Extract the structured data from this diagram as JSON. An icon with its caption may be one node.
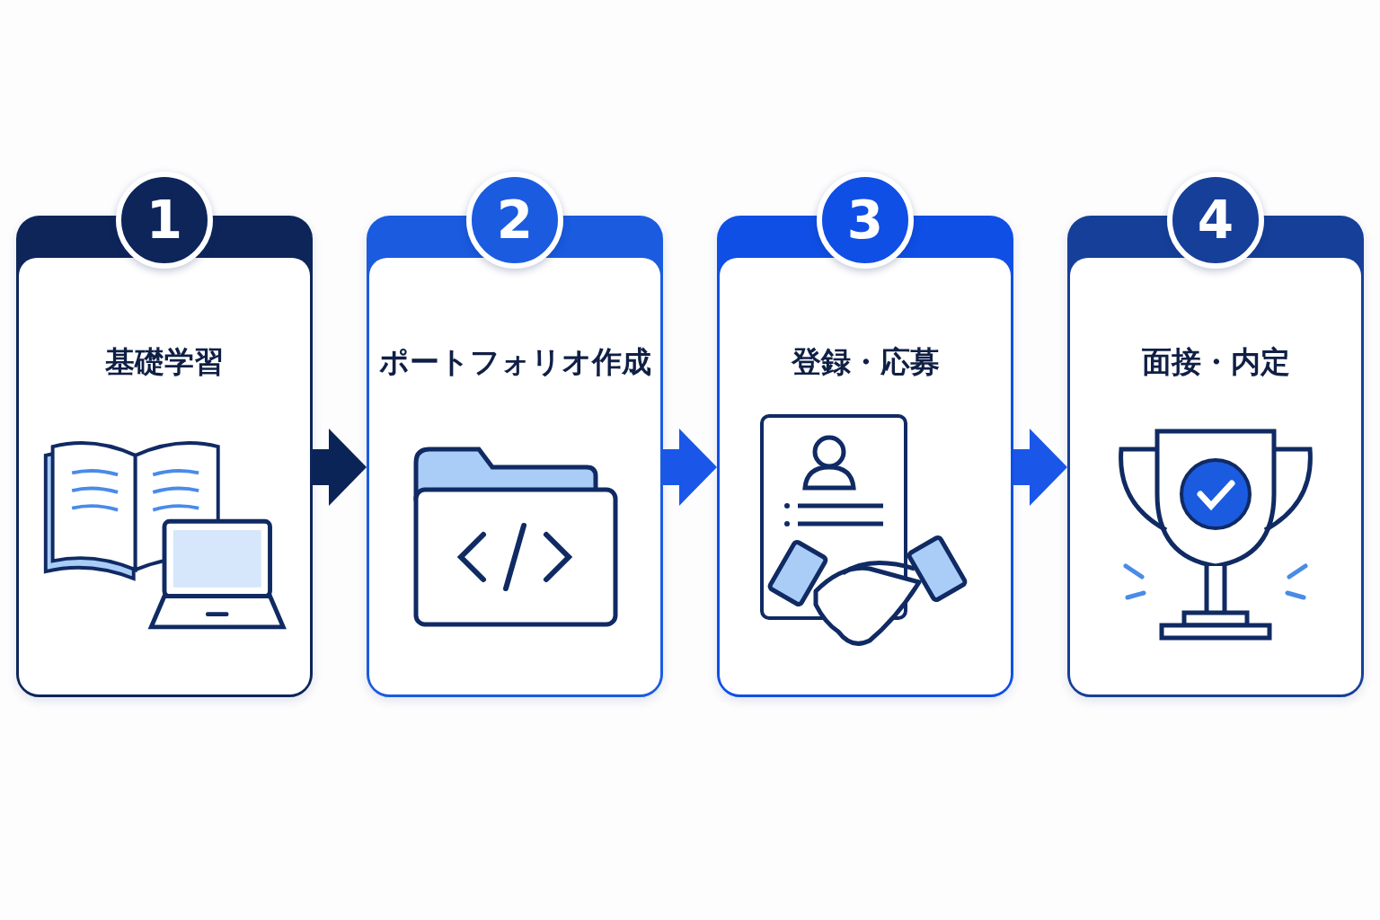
{
  "diagram": {
    "nodes": [
      {
        "text": [
          "1",
          "基礎学習"
        ]
      },
      {
        "text": [
          "2",
          "ポートフォリオ作成"
        ]
      },
      {
        "text": [
          "3",
          "登録・応募"
        ]
      },
      {
        "text": [
          "4",
          "面接・内定"
        ]
      }
    ],
    "edges": [
      {
        "from": 0,
        "to": 1,
        "arrow": "to",
        "color": "#0b2457"
      },
      {
        "from": 1,
        "to": 2,
        "arrow": "to"
      },
      {
        "from": 2,
        "to": 3,
        "arrow": "to"
      }
    ]
  }
}
